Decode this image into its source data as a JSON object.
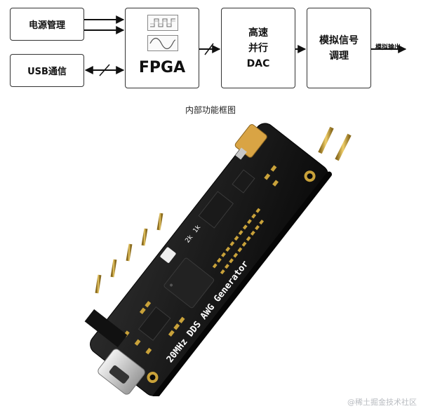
{
  "diagram": {
    "power_block": "电源管理",
    "usb_block": "USB通信",
    "fpga_block": "FPGA",
    "dac_block": [
      "高速",
      "并行",
      "DAC"
    ],
    "modulation_block": [
      "模拟信号",
      "调理"
    ],
    "output_label": "模拟输出",
    "caption": "内部功能框图"
  },
  "board": {
    "silkscreen_text": "20MHz DDS AWG Generator",
    "jumper_labels": [
      "2k",
      "1k"
    ]
  },
  "watermark": "@稀土掘金技术社区",
  "colors": {
    "pcb": "#141414",
    "gold": "#c9a23a",
    "header_pins": "#d4b04a",
    "connector_silver": "#c8c8c8",
    "sma_orange": "#d9a444"
  }
}
